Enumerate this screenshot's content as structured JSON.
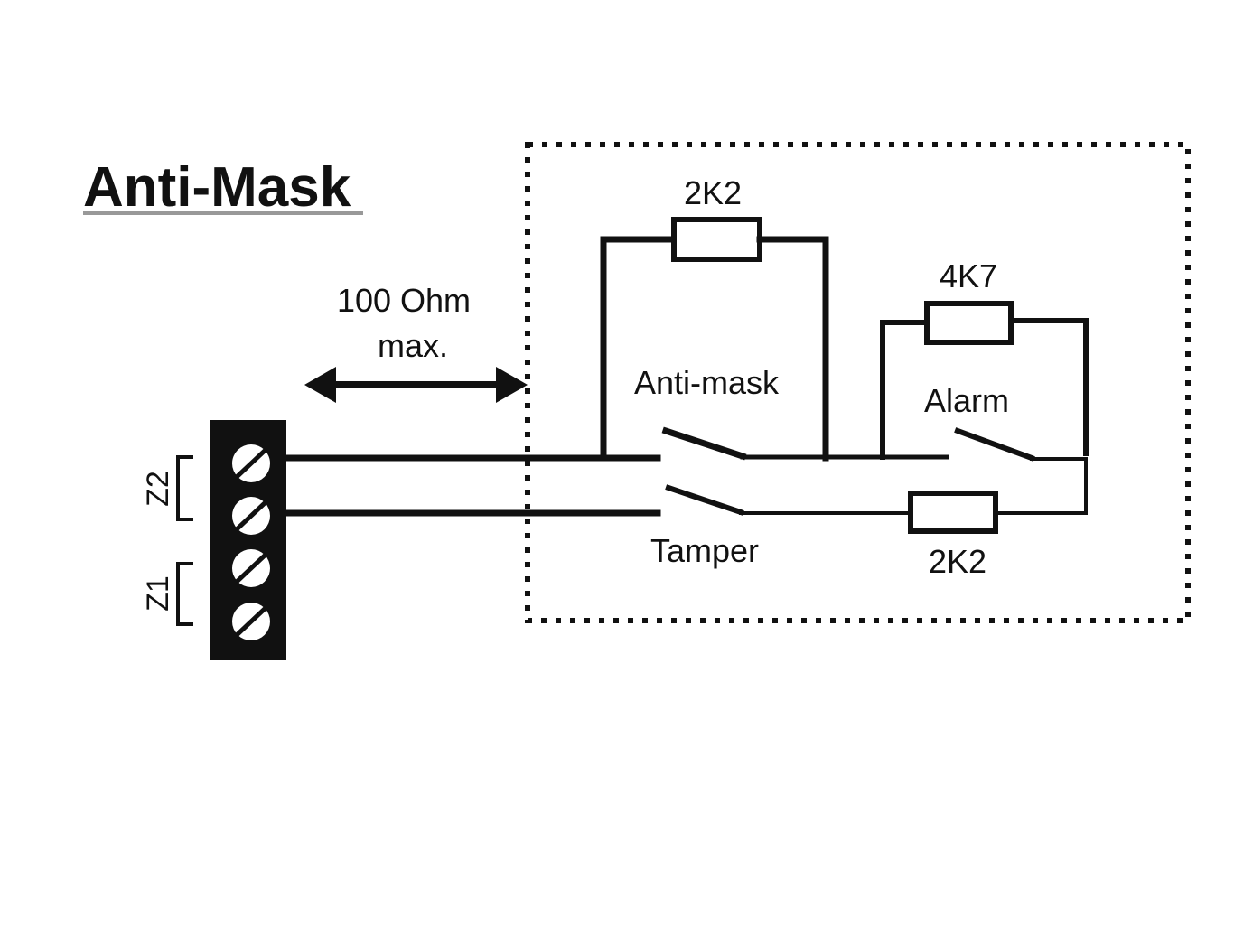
{
  "title": "Anti-Mask",
  "cable": {
    "label_line1": "100 Ohm",
    "label_line2": "max."
  },
  "terminal": {
    "zones": [
      {
        "label": "Z2"
      },
      {
        "label": "Z1"
      }
    ],
    "screw_count": 4
  },
  "circuit": {
    "antimask_resistor": "2K2",
    "antimask_switch": "Anti-mask",
    "alarm_resistor": "4K7",
    "alarm_switch": "Alarm",
    "tamper_switch": "Tamper",
    "tamper_resistor": "2K2"
  }
}
